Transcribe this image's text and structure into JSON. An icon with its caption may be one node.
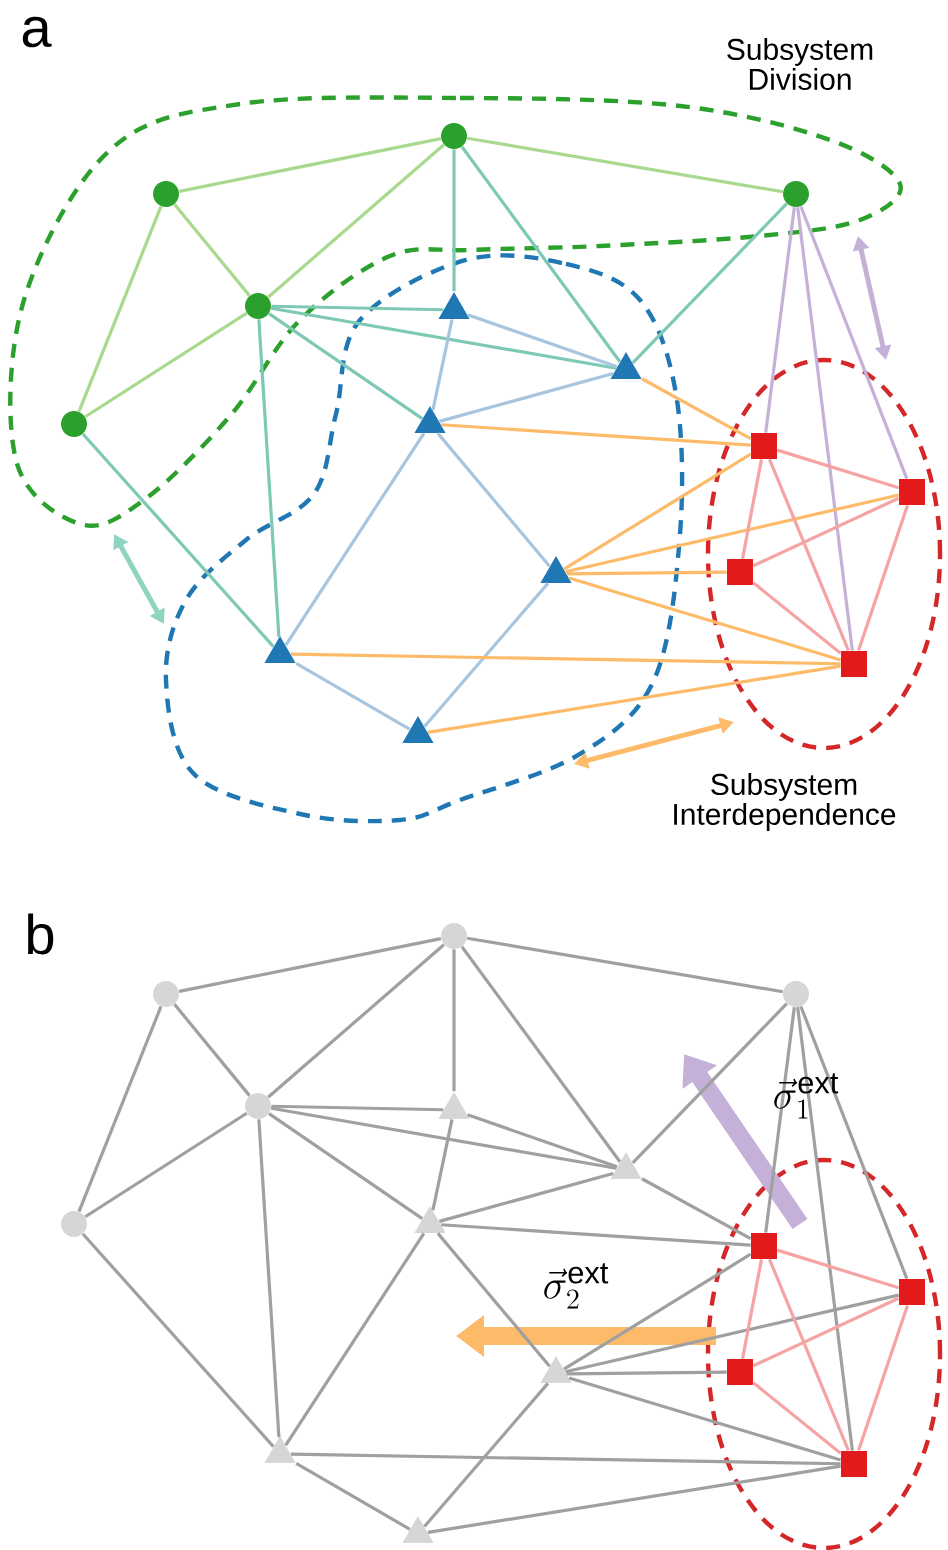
{
  "diagram": {
    "nodes": [
      {
        "text": [],
        "shape": "circle"
      },
      {
        "text": [],
        "shape": "circle"
      },
      {
        "text": [],
        "shape": "circle"
      },
      {
        "text": [],
        "shape": "circle"
      },
      {
        "text": [],
        "shape": "circle"
      },
      {
        "text": [],
        "shape": "triangle"
      },
      {
        "text": [],
        "shape": "triangle"
      },
      {
        "text": [],
        "shape": "triangle"
      },
      {
        "text": [],
        "shape": "triangle"
      },
      {
        "text": [],
        "shape": "triangle"
      },
      {
        "text": [],
        "shape": "triangle"
      },
      {
        "text": [],
        "shape": "box"
      },
      {
        "text": [],
        "shape": "box"
      },
      {
        "text": [],
        "shape": "box"
      },
      {
        "text": [],
        "shape": "box"
      },
      {
        "text": [],
        "shape": "circle"
      },
      {
        "text": [],
        "shape": "circle"
      },
      {
        "text": [],
        "shape": "circle"
      },
      {
        "text": [],
        "shape": "circle"
      },
      {
        "text": [],
        "shape": "circle"
      },
      {
        "text": [],
        "shape": "triangle"
      },
      {
        "text": [],
        "shape": "triangle"
      },
      {
        "text": [],
        "shape": "triangle"
      },
      {
        "text": [],
        "shape": "triangle"
      },
      {
        "text": [],
        "shape": "triangle"
      },
      {
        "text": [],
        "shape": "triangle"
      },
      {
        "text": [],
        "shape": "box"
      },
      {
        "text": [],
        "shape": "box"
      },
      {
        "text": [],
        "shape": "box"
      },
      {
        "text": [],
        "shape": "box"
      }
    ],
    "edges": [
      {
        "from": 0,
        "to": 1,
        "arrow": "none",
        "color": "#a9d98f"
      },
      {
        "from": 0,
        "to": 2,
        "arrow": "none",
        "color": "#a9d98f"
      },
      {
        "from": 0,
        "to": 3,
        "arrow": "none",
        "color": "#a9d98f"
      },
      {
        "from": 2,
        "to": 1,
        "arrow": "none",
        "color": "#a9d98f"
      },
      {
        "from": 2,
        "to": 3,
        "arrow": "none",
        "color": "#a9d98f"
      },
      {
        "from": 1,
        "to": 4,
        "arrow": "none",
        "color": "#a9d98f"
      },
      {
        "from": 1,
        "to": 5,
        "arrow": "none",
        "color": "#7ec8b6"
      },
      {
        "from": 1,
        "to": 7,
        "arrow": "none",
        "color": "#7ec8b6"
      },
      {
        "from": 2,
        "to": 5,
        "arrow": "none",
        "color": "#7ec8b6"
      },
      {
        "from": 2,
        "to": 7,
        "arrow": "none",
        "color": "#7ec8b6"
      },
      {
        "from": 2,
        "to": 6,
        "arrow": "none",
        "color": "#7ec8b6"
      },
      {
        "from": 2,
        "to": 9,
        "arrow": "none",
        "color": "#7ec8b6"
      },
      {
        "from": 3,
        "to": 9,
        "arrow": "none",
        "color": "#7ec8b6"
      },
      {
        "from": 4,
        "to": 7,
        "arrow": "none",
        "color": "#7ec8b6"
      },
      {
        "from": 4,
        "to": 11,
        "arrow": "none",
        "color": "#c5b1d8"
      },
      {
        "from": 4,
        "to": 14,
        "arrow": "none",
        "color": "#c5b1d8"
      },
      {
        "from": 4,
        "to": 12,
        "arrow": "none",
        "color": "#c5b1d8"
      },
      {
        "from": 5,
        "to": 6,
        "arrow": "none",
        "color": "#a8c5df"
      },
      {
        "from": 5,
        "to": 7,
        "arrow": "none",
        "color": "#a8c5df"
      },
      {
        "from": 6,
        "to": 7,
        "arrow": "none",
        "color": "#a8c5df"
      },
      {
        "from": 6,
        "to": 8,
        "arrow": "none",
        "color": "#a8c5df"
      },
      {
        "from": 6,
        "to": 9,
        "arrow": "none",
        "color": "#a8c5df"
      },
      {
        "from": 9,
        "to": 10,
        "arrow": "none",
        "color": "#a8c5df"
      },
      {
        "from": 8,
        "to": 10,
        "arrow": "none",
        "color": "#a8c5df"
      },
      {
        "from": 6,
        "to": 11,
        "arrow": "none",
        "color": "#fdbb6a"
      },
      {
        "from": 7,
        "to": 11,
        "arrow": "none",
        "color": "#fdbb6a"
      },
      {
        "from": 8,
        "to": 11,
        "arrow": "none",
        "color": "#fdbb6a"
      },
      {
        "from": 8,
        "to": 12,
        "arrow": "none",
        "color": "#fdbb6a"
      },
      {
        "from": 8,
        "to": 13,
        "arrow": "none",
        "color": "#fdbb6a"
      },
      {
        "from": 8,
        "to": 14,
        "arrow": "none",
        "color": "#fdbb6a"
      },
      {
        "from": 9,
        "to": 14,
        "arrow": "none",
        "color": "#fdbb6a"
      },
      {
        "from": 10,
        "to": 14,
        "arrow": "none",
        "color": "#fdbb6a"
      },
      {
        "from": 11,
        "to": 12,
        "arrow": "none",
        "color": "#f5a3a3"
      },
      {
        "from": 11,
        "to": 13,
        "arrow": "none",
        "color": "#f5a3a3"
      },
      {
        "from": 11,
        "to": 14,
        "arrow": "none",
        "color": "#f5a3a3"
      },
      {
        "from": 12,
        "to": 13,
        "arrow": "none",
        "color": "#f5a3a3"
      },
      {
        "from": 12,
        "to": 14,
        "arrow": "none",
        "color": "#f5a3a3"
      },
      {
        "from": 13,
        "to": 14,
        "arrow": "none",
        "color": "#f5a3a3"
      },
      {
        "from": 15,
        "to": 16,
        "arrow": "none"
      },
      {
        "from": 15,
        "to": 17,
        "arrow": "none"
      },
      {
        "from": 15,
        "to": 18,
        "arrow": "none"
      },
      {
        "from": 17,
        "to": 16,
        "arrow": "none"
      },
      {
        "from": 17,
        "to": 18,
        "arrow": "none"
      },
      {
        "from": 16,
        "to": 19,
        "arrow": "none"
      },
      {
        "from": 16,
        "to": 20,
        "arrow": "none"
      },
      {
        "from": 16,
        "to": 22,
        "arrow": "none"
      },
      {
        "from": 17,
        "to": 20,
        "arrow": "none"
      },
      {
        "from": 17,
        "to": 22,
        "arrow": "none"
      },
      {
        "from": 17,
        "to": 21,
        "arrow": "none"
      },
      {
        "from": 17,
        "to": 24,
        "arrow": "none"
      },
      {
        "from": 18,
        "to": 24,
        "arrow": "none"
      },
      {
        "from": 19,
        "to": 22,
        "arrow": "none"
      },
      {
        "from": 19,
        "to": 26,
        "arrow": "none"
      },
      {
        "from": 19,
        "to": 29,
        "arrow": "none"
      },
      {
        "from": 19,
        "to": 27,
        "arrow": "none"
      },
      {
        "from": 20,
        "to": 21,
        "arrow": "none"
      },
      {
        "from": 20,
        "to": 22,
        "arrow": "none"
      },
      {
        "from": 21,
        "to": 22,
        "arrow": "none"
      },
      {
        "from": 21,
        "to": 23,
        "arrow": "none"
      },
      {
        "from": 21,
        "to": 24,
        "arrow": "none"
      },
      {
        "from": 24,
        "to": 25,
        "arrow": "none"
      },
      {
        "from": 23,
        "to": 25,
        "arrow": "none"
      },
      {
        "from": 21,
        "to": 26,
        "arrow": "none"
      },
      {
        "from": 22,
        "to": 26,
        "arrow": "none"
      },
      {
        "from": 23,
        "to": 26,
        "arrow": "none"
      },
      {
        "from": 23,
        "to": 27,
        "arrow": "none"
      },
      {
        "from": 23,
        "to": 28,
        "arrow": "none"
      },
      {
        "from": 23,
        "to": 29,
        "arrow": "none"
      },
      {
        "from": 24,
        "to": 29,
        "arrow": "none"
      },
      {
        "from": 25,
        "to": 29,
        "arrow": "none"
      },
      {
        "from": 26,
        "to": 27,
        "arrow": "none",
        "color": "#f5a3a3"
      },
      {
        "from": 26,
        "to": 28,
        "arrow": "none",
        "color": "#f5a3a3"
      },
      {
        "from": 26,
        "to": 29,
        "arrow": "none",
        "color": "#f5a3a3"
      },
      {
        "from": 27,
        "to": 28,
        "arrow": "none",
        "color": "#f5a3a3"
      },
      {
        "from": 27,
        "to": 29,
        "arrow": "none",
        "color": "#f5a3a3"
      },
      {
        "from": 28,
        "to": 29,
        "arrow": "none",
        "color": "#f5a3a3"
      }
    ],
    "labels": [
      "a",
      "Subsystem Division",
      "Subsystem Interdependence",
      "b",
      "\\vec{\\sigma}_1^{\\mathrm{ext}}",
      "\\vec{\\sigma}_2^{\\mathrm{ext}}"
    ]
  }
}
